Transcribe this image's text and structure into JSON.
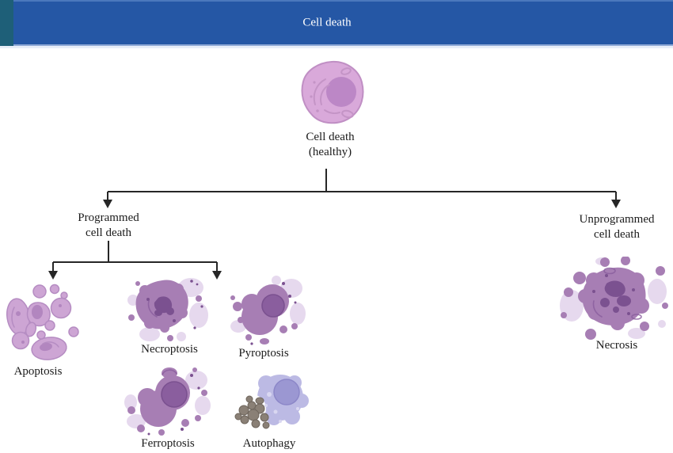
{
  "header": {
    "title": "Cell death"
  },
  "diagram": {
    "root": {
      "label_line1": "Cell death",
      "label_line2": "(healthy)"
    },
    "branches": {
      "programmed": {
        "label_line1": "Programmed",
        "label_line2": "cell death"
      },
      "unprogrammed": {
        "label_line1": "Unprogrammed",
        "label_line2": "cell death"
      }
    },
    "cell_types": {
      "apoptosis": {
        "label": "Apoptosis"
      },
      "necroptosis": {
        "label": "Necroptosis"
      },
      "pyroptosis": {
        "label": "Pyroptosis"
      },
      "ferroptosis": {
        "label": "Ferroptosis"
      },
      "autophagy": {
        "label": "Autophagy"
      },
      "necrosis": {
        "label": "Necrosis"
      }
    }
  },
  "colors": {
    "background": "#FFFFFF",
    "header_bg": "#2557A5",
    "header_top_edge": "#4B78BD",
    "header_bottom_edge": "#8FA9D6",
    "header_underline": "#E8EEF8",
    "header_accent": "#1E5F78",
    "header_text": "#FFFFFF",
    "line": "#262626",
    "text": "#1B1B1B",
    "cell_body": "#D9A9DA",
    "cell_outline": "#C08FC4",
    "cell_nucleus": "#BC87C6",
    "cell_organelle": "#C494C6",
    "blob_purple": "#A77EB4",
    "blob_dark": "#7B5190",
    "blob_nucleus": "#8A5E9E",
    "blob_halo": "#E6D9EE",
    "apoptosis_body": "#CDA5D4",
    "apoptosis_outline": "#B58CC2",
    "apoptosis_dark": "#B286BF",
    "autophagy_body": "#BCBAE4",
    "autophagy_nucleus": "#9B97D2",
    "autophagy_spot": "#D9D7F1",
    "debris_gray": "#8A8076",
    "debris_outline": "#6E655C"
  }
}
